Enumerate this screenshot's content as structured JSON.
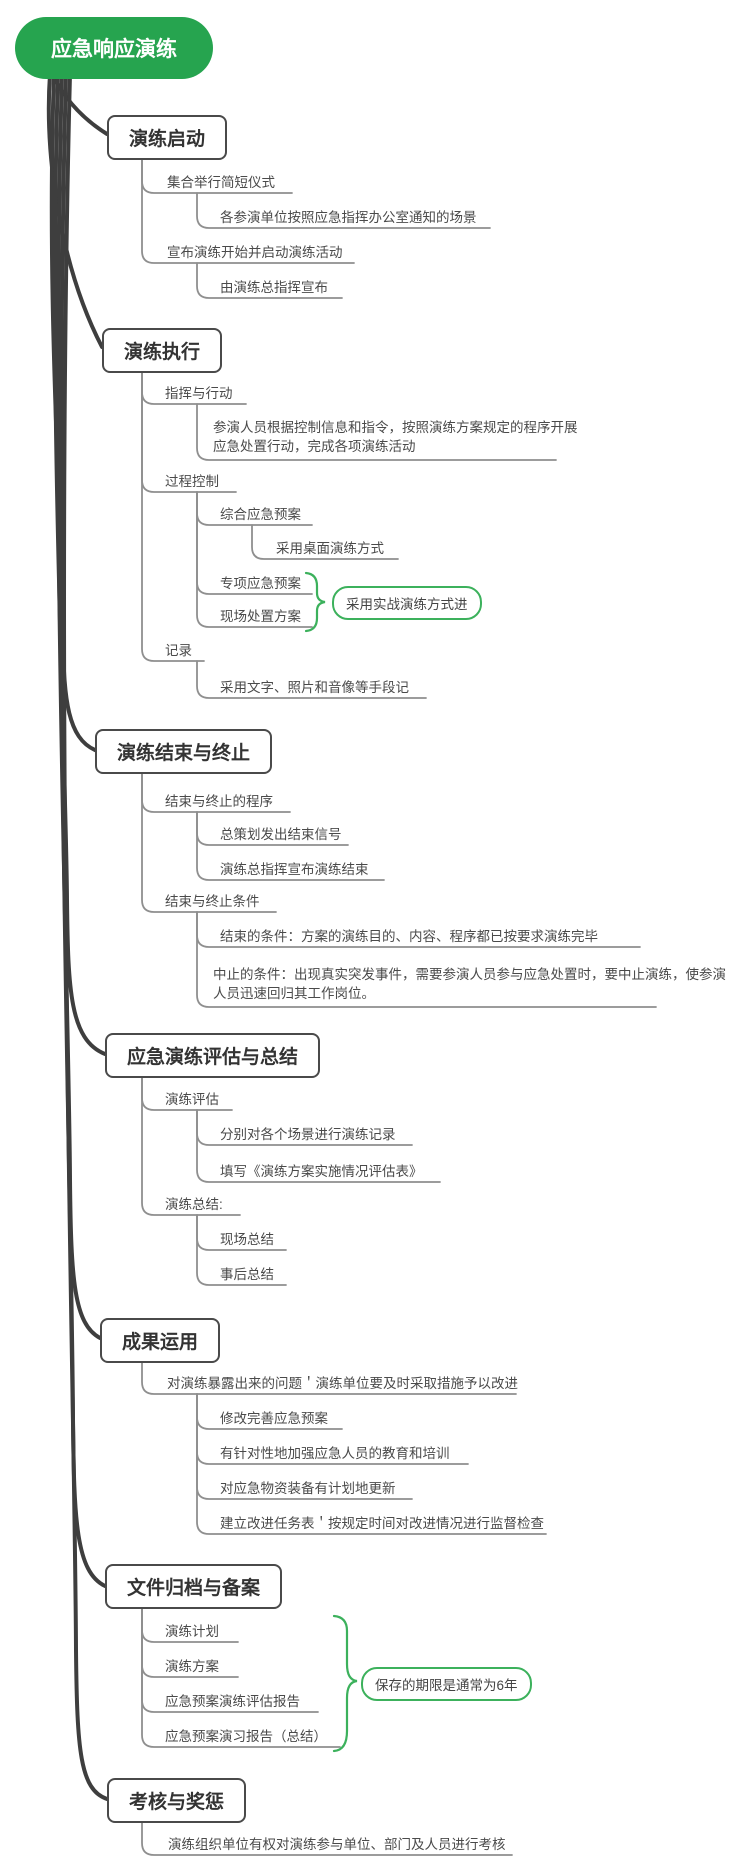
{
  "root": {
    "label": "应急响应演练"
  },
  "colors": {
    "root_bg": "#26a44f",
    "accent_green": "#3cb15c",
    "box_border": "#4a4a4a",
    "branch_line": "#8f8f8f",
    "spine_line": "#3e3e3e",
    "text": "#4a4a4a"
  },
  "branches": [
    {
      "label": "演练启动",
      "children": [
        {
          "label": "集合举行简短仪式",
          "children": [
            {
              "label": "各参演单位按照应急指挥办公室通知的场景"
            }
          ]
        },
        {
          "label": "宣布演练开始并启动演练活动",
          "children": [
            {
              "label": "由演练总指挥宣布"
            }
          ]
        }
      ]
    },
    {
      "label": "演练执行",
      "children": [
        {
          "label": "指挥与行动",
          "children": [
            {
              "label": "参演人员根据控制信息和指令，按照演练方案规定的程序开展应急处置行动，完成各项演练活动"
            }
          ]
        },
        {
          "label": "过程控制",
          "children": [
            {
              "label": "综合应急预案",
              "children": [
                {
                  "label": "采用桌面演练方式"
                }
              ]
            },
            {
              "label": "专项应急预案"
            },
            {
              "label": "现场处置方案"
            }
          ]
        },
        {
          "label": "记录",
          "children": [
            {
              "label": "采用文字、照片和音像等手段记"
            }
          ]
        }
      ],
      "callout": {
        "label": "采用实战演练方式进"
      }
    },
    {
      "label": "演练结束与终止",
      "children": [
        {
          "label": "结束与终止的程序",
          "children": [
            {
              "label": "总策划发出结束信号"
            },
            {
              "label": "演练总指挥宣布演练结束"
            }
          ]
        },
        {
          "label": "结束与终止条件",
          "children": [
            {
              "label": "结束的条件：方案的演练目的、内容、程序都已按要求演练完毕"
            },
            {
              "label": "中止的条件：出现真实突发事件，需要参演人员参与应急处置时，要中止演练，使参演人员迅速回归其工作岗位。"
            }
          ]
        }
      ]
    },
    {
      "label": "应急演练评估与总结",
      "children": [
        {
          "label": "演练评估",
          "children": [
            {
              "label": "分别对各个场景进行演练记录"
            },
            {
              "label": "填写《演练方案实施情况评估表》"
            }
          ]
        },
        {
          "label": "演练总结:",
          "children": [
            {
              "label": "现场总结"
            },
            {
              "label": "事后总结"
            }
          ]
        }
      ]
    },
    {
      "label": "成果运用",
      "children": [
        {
          "label": "对演练暴露出来的问题＇演练单位要及时采取措施予以改进",
          "children": [
            {
              "label": "修改完善应急预案"
            },
            {
              "label": "有针对性地加强应急人员的教育和培训"
            },
            {
              "label": "对应急物资装备有计划地更新"
            },
            {
              "label": "建立改进任务表＇按规定时间对改进情况进行监督检查"
            }
          ]
        }
      ]
    },
    {
      "label": "文件归档与备案",
      "children": [
        {
          "label": "演练计划"
        },
        {
          "label": "演练方案"
        },
        {
          "label": "应急预案演练评估报告"
        },
        {
          "label": "应急预案演习报告（总结）"
        }
      ],
      "callout": {
        "label": "保存的期限是通常为6年"
      }
    },
    {
      "label": "考核与奖惩",
      "children": [
        {
          "label": "演练组织单位有权对演练参与单位、部门及人员进行考核"
        }
      ]
    }
  ]
}
